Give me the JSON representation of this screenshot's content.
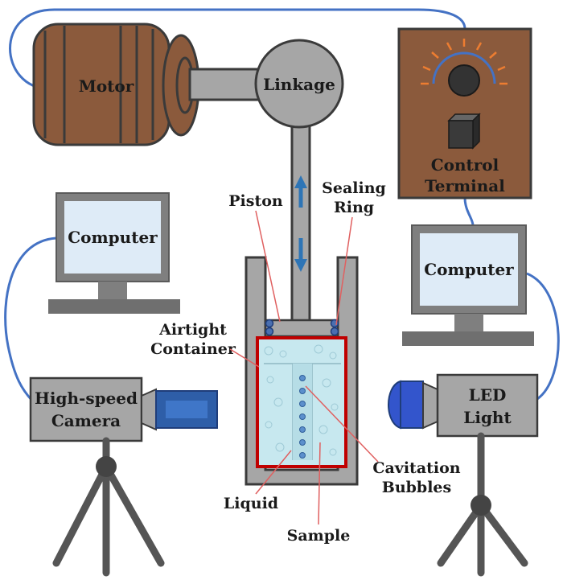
{
  "labels": {
    "motor": "Motor",
    "linkage": "Linkage",
    "control_terminal_line1": "Control",
    "control_terminal_line2": "Terminal",
    "computer_left": "Computer",
    "computer_right": "Computer",
    "piston": "Piston",
    "sealing_ring_line1": "Sealing",
    "sealing_ring_line2": "Ring",
    "airtight_container_line1": "Airtight",
    "airtight_container_line2": "Container",
    "camera_line1": "High-speed",
    "camera_line2": "Camera",
    "led_line1": "LED",
    "led_line2": "Light",
    "cavitation_line1": "Cavitation",
    "cavitation_line2": "Bubbles",
    "liquid": "Liquid",
    "sample": "Sample"
  },
  "colors": {
    "motor_body": "#8b5a3c",
    "control_box": "#8b5a3c",
    "metal_gray": "#a6a6a6",
    "dark_outline": "#3a3a3a",
    "cable_blue": "#4472c4",
    "screen_fill": "#deebf7",
    "monitor_frame": "#7f7f7f",
    "container_red": "#c00000",
    "liquid_fill": "#c7e8ef",
    "arrow_blue": "#2e75b6",
    "led_lens_blue": "#3355cc",
    "indicator_orange": "#ed7d31",
    "pointer_red": "#e06060"
  }
}
